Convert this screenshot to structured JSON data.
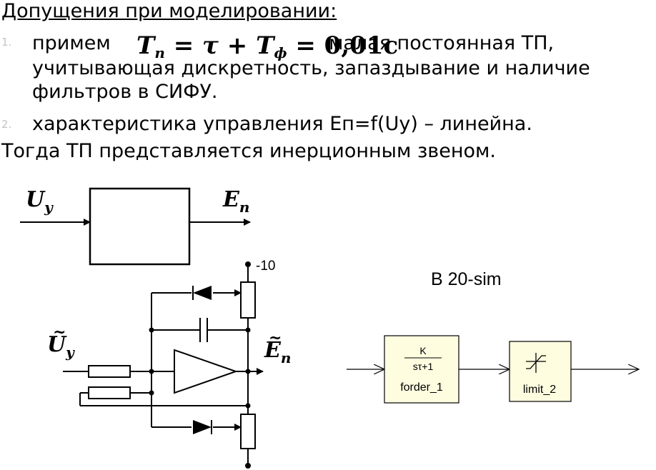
{
  "heading": "Допущения при моделировании:",
  "items": [
    {
      "num": "1.",
      "prefix": "примем",
      "suffix": "малая постоянная ТП,",
      "line2": "учитывающая дискретность, запаздывание и наличие",
      "line3": "фильтров в СИФУ."
    },
    {
      "num": "2.",
      "text": "характеристика управления Еп=f(Uy) – линейна."
    }
  ],
  "formula": {
    "T": "T",
    "n": "п",
    "eq1": "=",
    "tau": "τ",
    "plus": "+",
    "T2": "T",
    "phi": "ф",
    "eq2": "=",
    "value": "0,01с"
  },
  "conclusion": "Тогда ТП представляется инерционным звеном.",
  "block_diagram": {
    "input": "U",
    "input_sub": "у",
    "output": "E",
    "output_sub": "п"
  },
  "circuit": {
    "supply": "-10",
    "input": "U",
    "input_sub": "у",
    "output": "E",
    "output_sub": "п"
  },
  "sim": {
    "label": "В 20-sim",
    "block1": {
      "numerator": "K",
      "denominator": "sτ+1",
      "name": "forder_1"
    },
    "block2": {
      "name": "limit_2"
    }
  }
}
